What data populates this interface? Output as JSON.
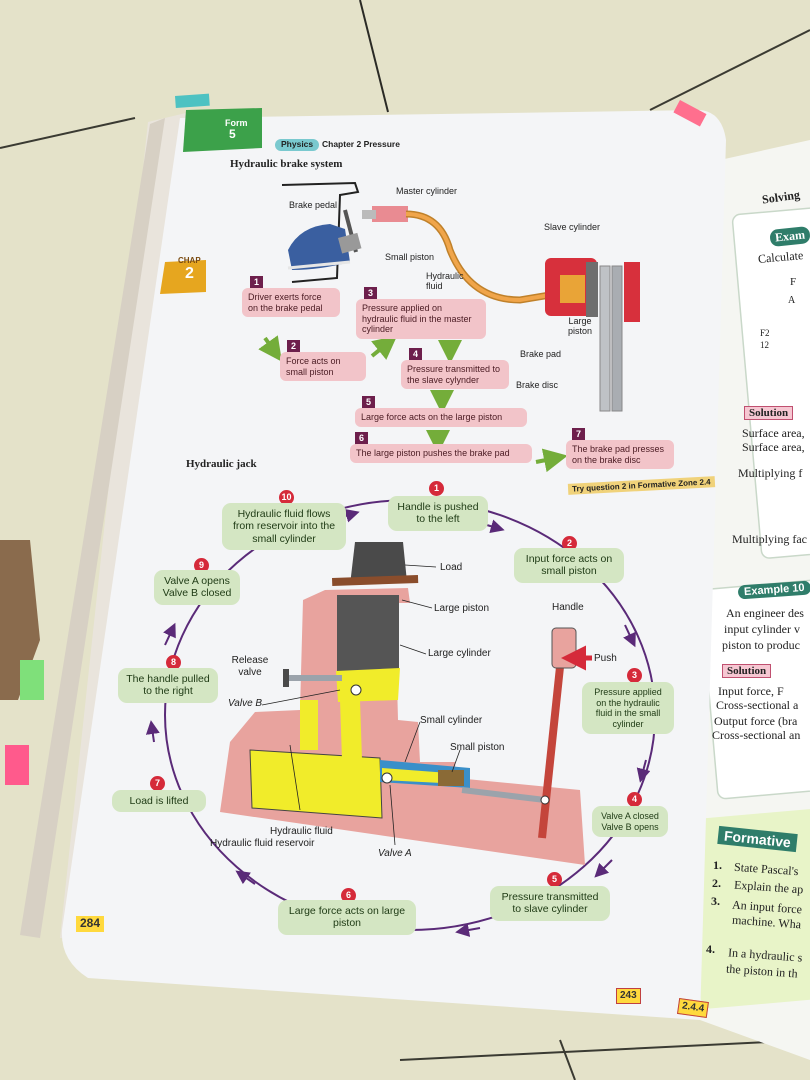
{
  "header": {
    "form_label": "Form",
    "form_number": "5",
    "subject": "Physics",
    "chapter": "Chapter 2 Pressure"
  },
  "chap_tab": {
    "label": "CHAP",
    "number": "2"
  },
  "brake": {
    "heading": "Hydraulic brake system",
    "labels": {
      "master_cylinder": "Master cylinder",
      "brake_pedal": "Brake pedal",
      "small_piston": "Small piston",
      "hydraulic_fluid": "Hydraulic fluid",
      "slave_cylinder": "Slave cylinder",
      "large_piston": "Large piston",
      "brake_pad": "Brake pad",
      "brake_disc": "Brake disc"
    },
    "steps": [
      {
        "n": "1",
        "text": "Driver exerts force on the brake pedal"
      },
      {
        "n": "2",
        "text": "Force acts on small piston"
      },
      {
        "n": "3",
        "text": "Pressure applied on hydraulic fluid in the master cylinder"
      },
      {
        "n": "4",
        "text": "Pressure transmitted to the slave cylynder"
      },
      {
        "n": "5",
        "text": "Large force acts on the large piston"
      },
      {
        "n": "6",
        "text": "The large piston pushes the brake pad"
      },
      {
        "n": "7",
        "text": "The brake pad presses on the brake disc"
      }
    ],
    "try_question": "Try question 2 in Formative Zone 2.4"
  },
  "jack": {
    "heading": "Hydraulic jack",
    "labels": {
      "load": "Load",
      "large_piston": "Large piston",
      "large_cylinder": "Large cylinder",
      "handle": "Handle",
      "push": "Push",
      "release_valve": "Release valve",
      "valve_b": "Valve B",
      "small_cylinder": "Small cylinder",
      "small_piston": "Small piston",
      "hydraulic_fluid": "Hydraulic fluid",
      "reservoir": "Hydraulic fluid reservoir",
      "valve_a": "Valve A"
    },
    "cycle": [
      {
        "n": "1",
        "text": "Handle is pushed to the left"
      },
      {
        "n": "2",
        "text": "Input force acts on small piston"
      },
      {
        "n": "3",
        "text": "Pressure applied on the hydraulic fluid in the small cylinder"
      },
      {
        "n": "4",
        "text": "Valve A closed Valve B opens"
      },
      {
        "n": "5",
        "text": "Pressure transmitted to slave cylinder"
      },
      {
        "n": "6",
        "text": "Large force acts on large piston"
      },
      {
        "n": "7",
        "text": "Load is lifted"
      },
      {
        "n": "8",
        "text": "The handle pulled to the right"
      },
      {
        "n": "9",
        "text": "Valve A opens Valve B closed"
      },
      {
        "n": "10",
        "text": "Hydraulic fluid flows from reservoir into the small cylinder"
      }
    ]
  },
  "page_numbers": {
    "left": "284",
    "bottom": "243",
    "right_tag": "2.4.4"
  },
  "right_page": {
    "solving": "Solving",
    "example_tab": "Exam",
    "calculate": "Calculate",
    "frac_top": "F",
    "frac_bottom": "A",
    "frac2_top": "F2",
    "frac2_bottom": "12",
    "solution": "Solution",
    "surface1": "Surface area,",
    "surface2": "Surface area,",
    "multiplying1": "Multiplying f",
    "multiplying2": "Multiplying fac",
    "example10": "Example 10",
    "engineer1": "An engineer des",
    "engineer2": "input cylinder v",
    "engineer3": "piston to produc",
    "solution2": "Solution",
    "input_force": "Input force, F",
    "cross1": "Cross-sectional a",
    "output_force": "Output force (bra",
    "cross2": "Cross-sectional an",
    "formative": "Formative",
    "q1": "State Pascal's",
    "q2": "Explain the ap",
    "q3a": "An input force",
    "q3b": "machine. Wha",
    "q4a": "In a hydraulic s",
    "q4b": "the piston in th",
    "qn1": "1.",
    "qn2": "2.",
    "qn3": "3.",
    "qn4": "4."
  }
}
